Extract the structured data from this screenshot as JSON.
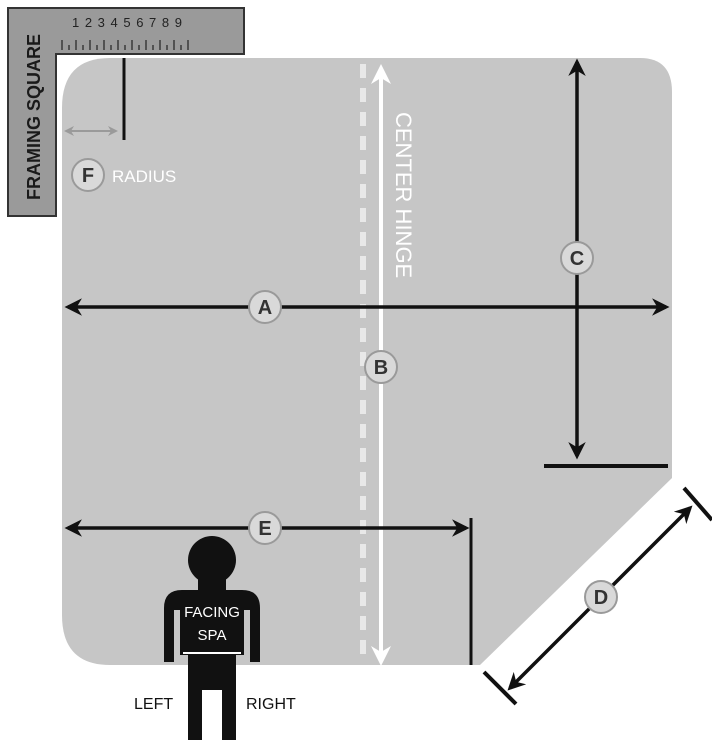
{
  "framing_square": {
    "label": "FRAMING SQUARE",
    "scale": "1 2 3 4 5 6 7 8 9"
  },
  "radius": {
    "letter": "F",
    "label": "RADIUS"
  },
  "center_hinge": {
    "label": "CENTER HINGE"
  },
  "measurements": [
    {
      "letter": "A"
    },
    {
      "letter": "B"
    },
    {
      "letter": "C"
    },
    {
      "letter": "D"
    },
    {
      "letter": "E"
    }
  ],
  "person": {
    "label_line1": "FACING",
    "label_line2": "SPA",
    "left": "LEFT",
    "right": "RIGHT"
  },
  "colors": {
    "cover": "#c6c6c6",
    "square": "#9a9a9a",
    "square_border": "#333333",
    "ink": "#111111",
    "badge": "#d9d9d9",
    "white": "#ffffff"
  }
}
